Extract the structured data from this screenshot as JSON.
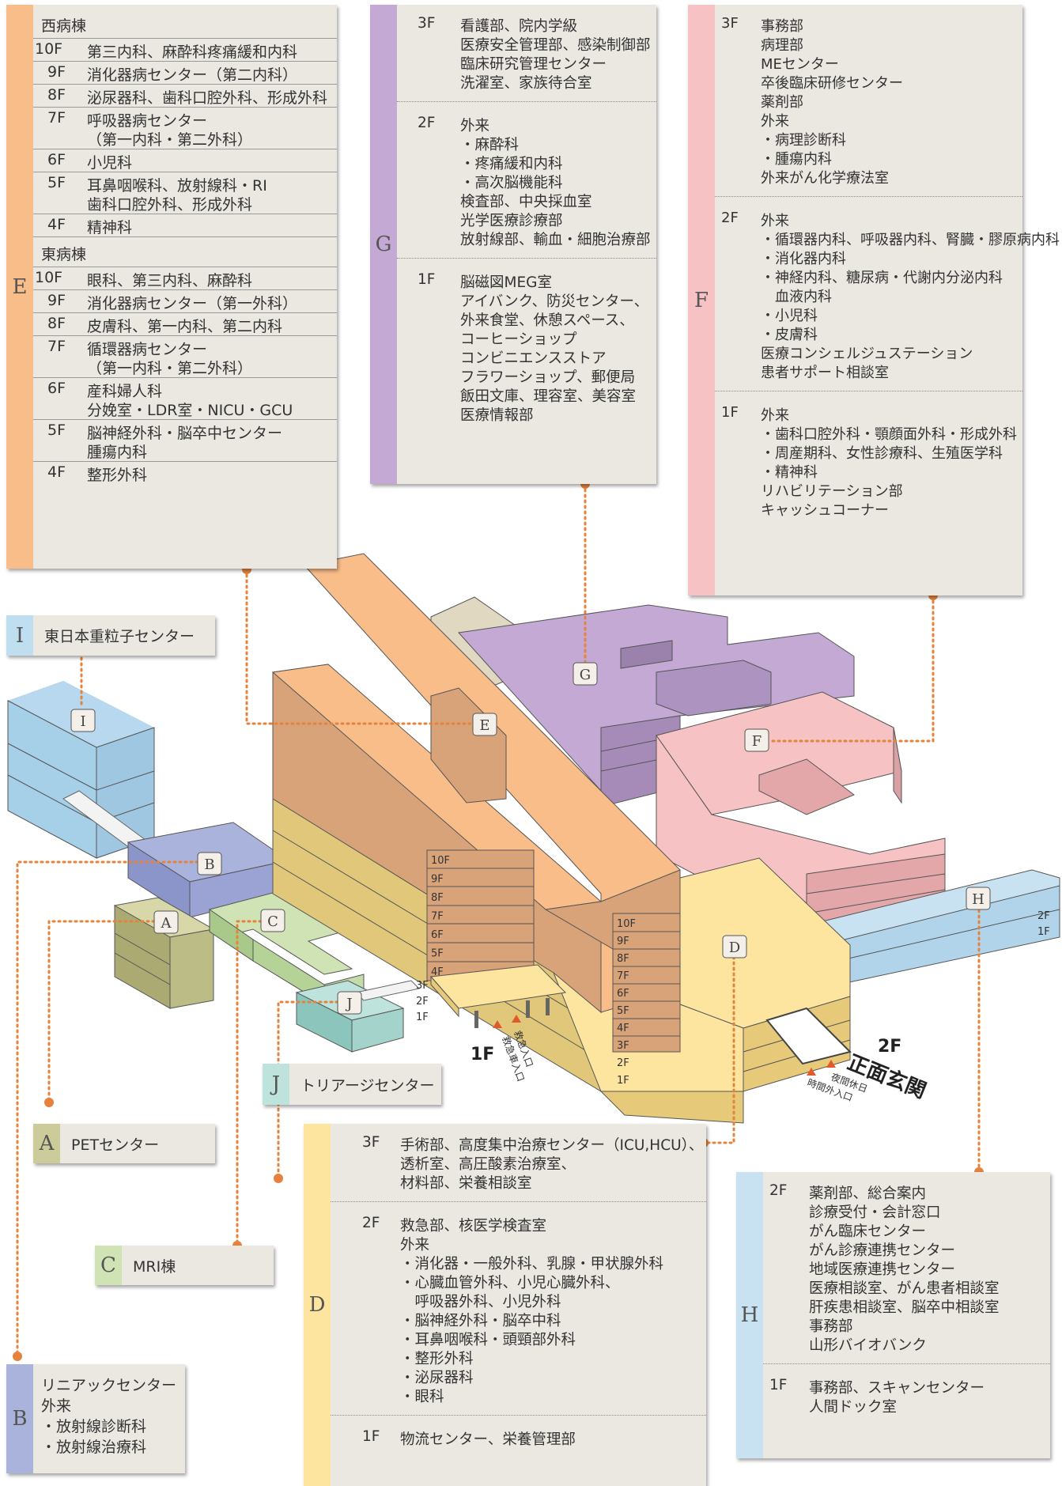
{
  "colors": {
    "E": "#f9bd8a",
    "G": "#c3a9d3",
    "F": "#f6c2c4",
    "D": "#fde5a0",
    "H": "#c8e2f1",
    "I": "#bfdff1",
    "A": "#cccc9a",
    "B": "#aab3db",
    "C": "#cfe3b4",
    "J": "#bde3dc",
    "leader": "#e5823b"
  },
  "E": {
    "letter": "E",
    "west": {
      "title": "西病棟",
      "rows": [
        {
          "floor": "10F",
          "lines": [
            "第三内科、麻酔科疼痛緩和内科"
          ]
        },
        {
          "floor": "9F",
          "lines": [
            "消化器病センター（第二内科）"
          ]
        },
        {
          "floor": "8F",
          "lines": [
            "泌尿器科、歯科口腔外科、形成外科"
          ]
        },
        {
          "floor": "7F",
          "lines": [
            "呼吸器病センター",
            "（第一内科・第二外科）"
          ]
        },
        {
          "floor": "6F",
          "lines": [
            "小児科"
          ]
        },
        {
          "floor": "5F",
          "lines": [
            "耳鼻咽喉科、放射線科・RI",
            "歯科口腔外科、形成外科"
          ]
        },
        {
          "floor": "4F",
          "lines": [
            "精神科"
          ]
        }
      ]
    },
    "east": {
      "title": "東病棟",
      "rows": [
        {
          "floor": "10F",
          "lines": [
            "眼科、第三内科、麻酔科"
          ]
        },
        {
          "floor": "9F",
          "lines": [
            "消化器病センター（第一外科）"
          ]
        },
        {
          "floor": "8F",
          "lines": [
            "皮膚科、第一内科、第二内科"
          ]
        },
        {
          "floor": "7F",
          "lines": [
            "循環器病センター",
            "（第一内科・第二外科）"
          ]
        },
        {
          "floor": "6F",
          "lines": [
            "産科婦人科",
            "分娩室・LDR室・NICU・GCU"
          ]
        },
        {
          "floor": "5F",
          "lines": [
            "脳神経外科・脳卒中センター",
            "腫瘍内科"
          ]
        },
        {
          "floor": "4F",
          "lines": [
            "整形外科"
          ]
        }
      ]
    }
  },
  "G": {
    "letter": "G",
    "sections": [
      {
        "floor": "3F",
        "lines": [
          "看護部、院内学級",
          "医療安全管理部、感染制御部",
          "臨床研究管理センター",
          "洗濯室、家族待合室"
        ]
      },
      {
        "floor": "2F",
        "lines": [
          "外来",
          "・麻酔科",
          "・疼痛緩和内科",
          "・高次脳機能科",
          "検査部、中央採血室",
          "光学医療診療部",
          "放射線部、輸血・細胞治療部"
        ]
      },
      {
        "floor": "1F",
        "lines": [
          "脳磁図MEG室",
          "アイバンク、防災センター、",
          "外来食堂、休憩スペース、",
          "コーヒーショップ",
          "コンビニエンスストア",
          "フラワーショップ、郵便局",
          "飯田文庫、理容室、美容室",
          "医療情報部"
        ]
      }
    ]
  },
  "F": {
    "letter": "F",
    "sections": [
      {
        "floor": "3F",
        "lines": [
          "事務部",
          "病理部",
          "MEセンター",
          "卒後臨床研修センター",
          "薬剤部",
          "外来",
          "・病理診断科",
          "・腫瘍内科",
          "外来がん化学療法室"
        ]
      },
      {
        "floor": "2F",
        "lines": [
          "外来",
          "・循環器内科、呼吸器内科、腎臓・膠原病内科",
          "・消化器内科",
          "・神経内科、糖尿病・代謝内分泌内科",
          "　血液内科",
          "・小児科",
          "・皮膚科",
          "医療コンシェルジュステーション",
          "患者サポート相談室"
        ]
      },
      {
        "floor": "1F",
        "lines": [
          "外来",
          "・歯科口腔外科・顎顔面外科・形成外科",
          "・周産期科、女性診療科、生殖医学科",
          "・精神科",
          "リハビリテーション部",
          "キャッシュコーナー"
        ]
      }
    ]
  },
  "D": {
    "letter": "D",
    "sections": [
      {
        "floor": "3F",
        "lines": [
          "手術部、高度集中治療センター（ICU,HCU）、",
          "透析室、高圧酸素治療室、",
          "材料部、栄養相談室"
        ]
      },
      {
        "floor": "2F",
        "lines": [
          "救急部、核医学検査室",
          "外来",
          "・消化器・一般外科、乳腺・甲状腺外科",
          "・心臓血管外科、小児心臓外科、",
          "　呼吸器外科、小児外科",
          "・脳神経外科・脳卒中科",
          "・耳鼻咽喉科・頭頸部外科",
          "・整形外科",
          "・泌尿器科",
          "・眼科"
        ]
      },
      {
        "floor": "1F",
        "lines": [
          "物流センター、栄養管理部"
        ]
      }
    ]
  },
  "H": {
    "letter": "H",
    "sections": [
      {
        "floor": "2F",
        "lines": [
          "薬剤部、総合案内",
          "診療受付・会計窓口",
          "がん臨床センター",
          "がん診療連携センター",
          "地域医療連携センター",
          "医療相談室、がん患者相談室",
          "肝疾患相談室、脳卒中相談室",
          "事務部",
          "山形バイオバンク"
        ]
      },
      {
        "floor": "1F",
        "lines": [
          "事務部、スキャンセンター",
          "人間ドック室"
        ]
      }
    ]
  },
  "I": {
    "letter": "I",
    "name": "東日本重粒子センター"
  },
  "A": {
    "letter": "A",
    "name": "PETセンター"
  },
  "C": {
    "letter": "C",
    "name": "MRI棟"
  },
  "J": {
    "letter": "J",
    "name": "トリアージセンター"
  },
  "B": {
    "letter": "B",
    "lines": [
      "リニアックセンター",
      "外来",
      "・放射線診断科",
      "・放射線治療科"
    ]
  },
  "map": {
    "floors_left": [
      "10F",
      "9F",
      "8F",
      "7F",
      "6F",
      "5F",
      "4F"
    ],
    "floors_right": [
      "10F",
      "9F",
      "8F",
      "7F",
      "6F",
      "5F",
      "4F",
      "3F",
      "2F",
      "1F"
    ],
    "floors_low": [
      "3F",
      "2F",
      "1F"
    ],
    "h_floors": [
      "2F",
      "1F"
    ],
    "label_1f": "1F",
    "label_2f": "2F",
    "emergency_entrance": "救急入口",
    "ambulance_entrance": "救急車入口",
    "main_entrance": "正面玄関",
    "night_entrance": "夜間休日",
    "night_entrance2": "時間外入口"
  }
}
